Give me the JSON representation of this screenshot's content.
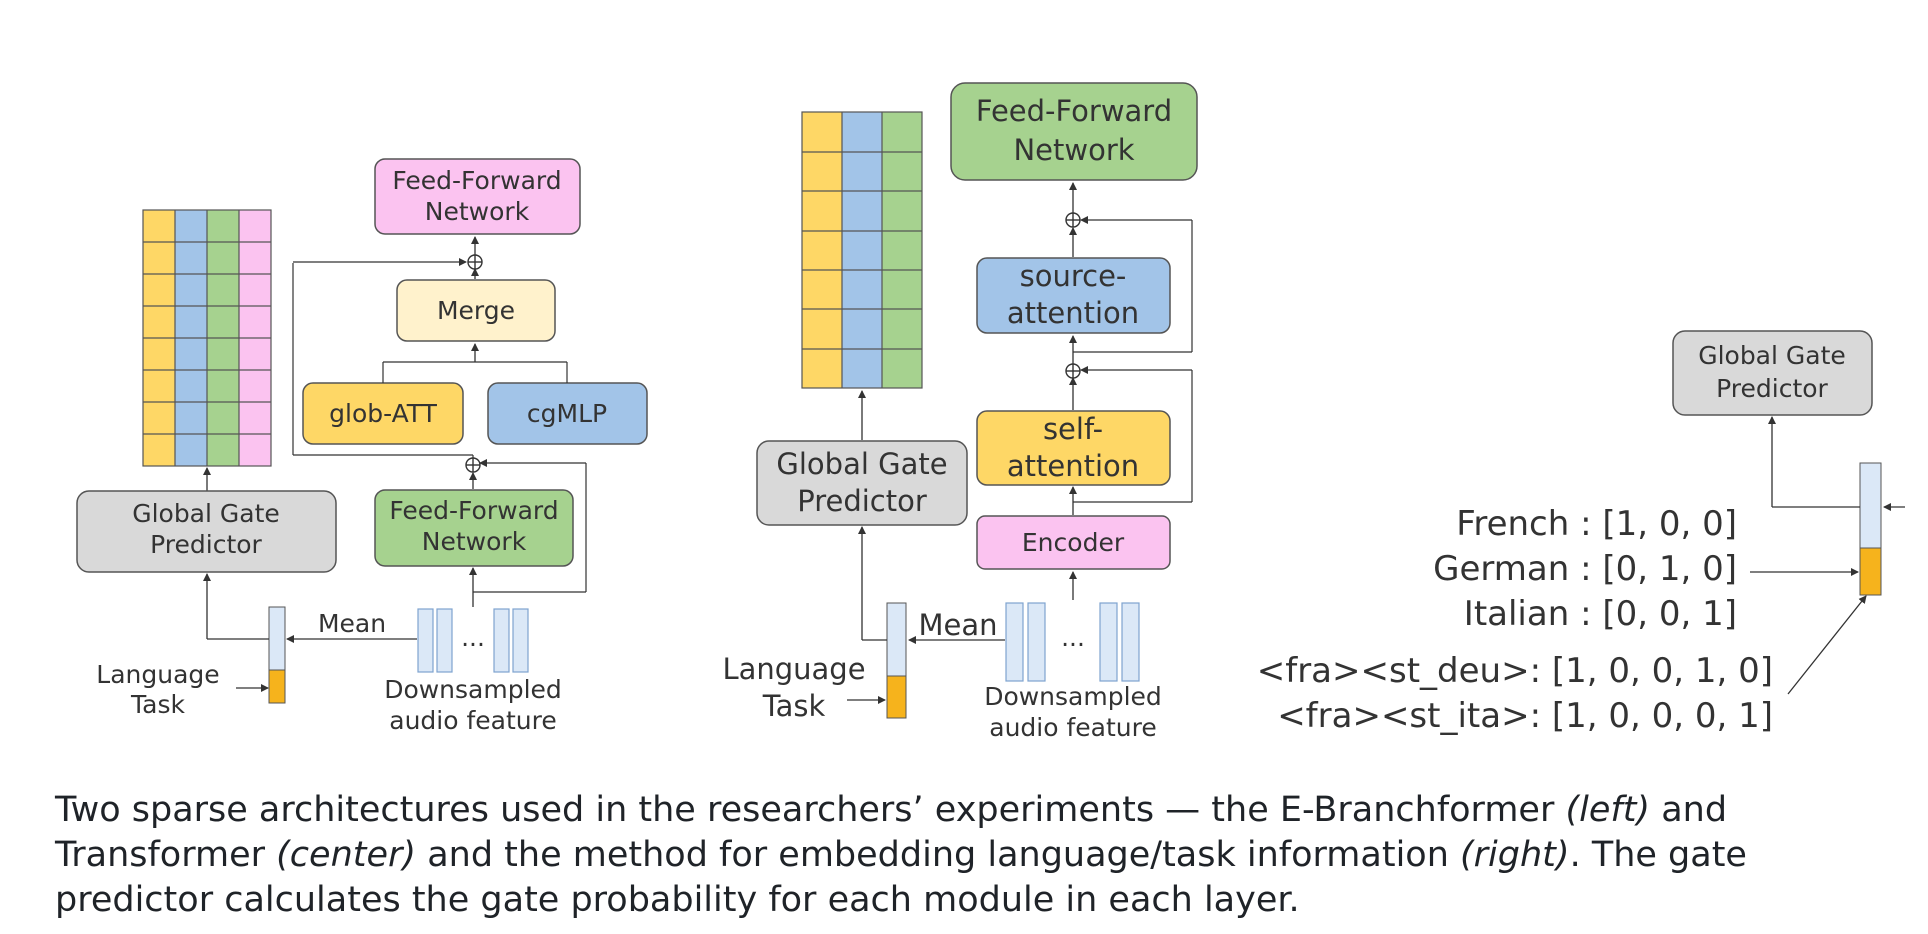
{
  "left": {
    "ffn_top": [
      "Feed-Forward",
      "Network"
    ],
    "merge": "Merge",
    "glob_att": "glob-ATT",
    "cgmlp": "cgMLP",
    "ffn_bottom": [
      "Feed-Forward",
      "Network"
    ],
    "gate": [
      "Global Gate",
      "Predictor"
    ],
    "mean": "Mean",
    "ellipsis": "...",
    "lang_task": [
      "Language",
      "Task"
    ],
    "downsampled": [
      "Downsampled",
      "audio feature"
    ]
  },
  "center": {
    "ffn": [
      "Feed-Forward",
      "Network"
    ],
    "source_attention": [
      "source-",
      "attention"
    ],
    "self_attention": [
      "self-",
      "attention"
    ],
    "encoder": "Encoder",
    "gate": [
      "Global Gate",
      "Predictor"
    ],
    "mean": "Mean",
    "ellipsis": "...",
    "lang_task": [
      "Language",
      "Task"
    ],
    "downsampled": [
      "Downsampled",
      "audio feature"
    ]
  },
  "right": {
    "gate": [
      "Global Gate",
      "Predictor"
    ],
    "languages": [
      "French : [1, 0, 0]",
      "German : [0, 1, 0]",
      "Italian : [0, 0, 1]"
    ],
    "tasks": [
      "<fra><st_deu>: [1, 0, 0, 1, 0]",
      "<fra><st_ita>: [1, 0, 0, 0, 1]"
    ]
  },
  "caption": {
    "part1": "Two sparse architectures used in the researchers’ experiments — the E-Branchformer ",
    "left_label": "(left)",
    "part2": " and Transformer ",
    "center_label": "(center)",
    "part3": " and the method for embedding language/task information ",
    "right_label": "(right)",
    "part4": ". The gate predictor calculates the gate probability for each module in each layer."
  },
  "colors": {
    "yellow": "#fed766",
    "blue": "#a2c4e8",
    "green": "#a6d28f",
    "pink": "#fbc3f0",
    "cream": "#fff2cc",
    "gray": "#d9d9d9",
    "orange": "#f6b31c",
    "light_blue": "#dbe8f7"
  }
}
